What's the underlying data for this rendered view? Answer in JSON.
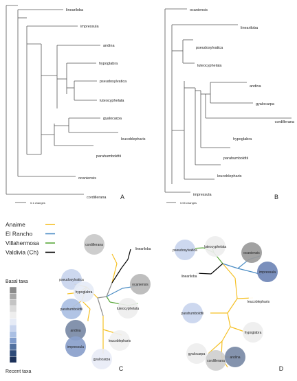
{
  "panels": {
    "A": {
      "letter": "A",
      "scale_label": "0.1 changes",
      "taxa": [
        "lineariloba",
        "impressula",
        "andina",
        "hypoglabra",
        "pseudosylvatica",
        "luteocyphelata",
        "gyalocarpa",
        "leucoblepharis",
        "parahumboldtii",
        "ocaniensis",
        "cordillerana"
      ]
    },
    "B": {
      "letter": "B",
      "scale_label": "0.05 changes",
      "taxa": [
        "ocaniensis",
        "lineariloba",
        "pseudosylvatica",
        "luteocyphelata",
        "andina",
        "gyalocarpa",
        "cordillerana",
        "hypoglabra",
        "parahumboldtii",
        "leucoblepharis",
        "impressula"
      ]
    },
    "C": {
      "letter": "C",
      "taxa": [
        "cordillerana",
        "lineariloba",
        "pseudosylvatica",
        "hypoglabra",
        "ocaniensis",
        "parahumboldtii",
        "luteocyphelata",
        "andina",
        "impressula",
        "leucoblepharis",
        "gyalocarpa"
      ]
    },
    "D": {
      "letter": "D",
      "taxa": [
        "luteocyphelata",
        "pseudosylvatica",
        "ocaniensis",
        "lineariloba",
        "impressula",
        "leucoblepharis",
        "parahumboldtii",
        "hypoglabra",
        "gyalocarpa",
        "cordillerana",
        "andina"
      ]
    }
  },
  "legend": {
    "items": [
      {
        "label": "Anaime",
        "color": "#f5c024"
      },
      {
        "label": "El Rancho",
        "color": "#4a8cc4"
      },
      {
        "label": "Villahermosa",
        "color": "#5aa83a"
      },
      {
        "label": "Valdivia (Ch)",
        "color": "#000000"
      }
    ]
  },
  "gradient": {
    "top_label": "Basal taxa",
    "bottom_label": "Recent taxa",
    "colors": [
      "#8a8a8a",
      "#a8a8a8",
      "#c4c4c4",
      "#dcdcdc",
      "#eeeeee",
      "#e6ebf6",
      "#c9d5ee",
      "#aabfe3",
      "#7f9bcb",
      "#52719f",
      "#2e4a78",
      "#1c3159"
    ]
  }
}
